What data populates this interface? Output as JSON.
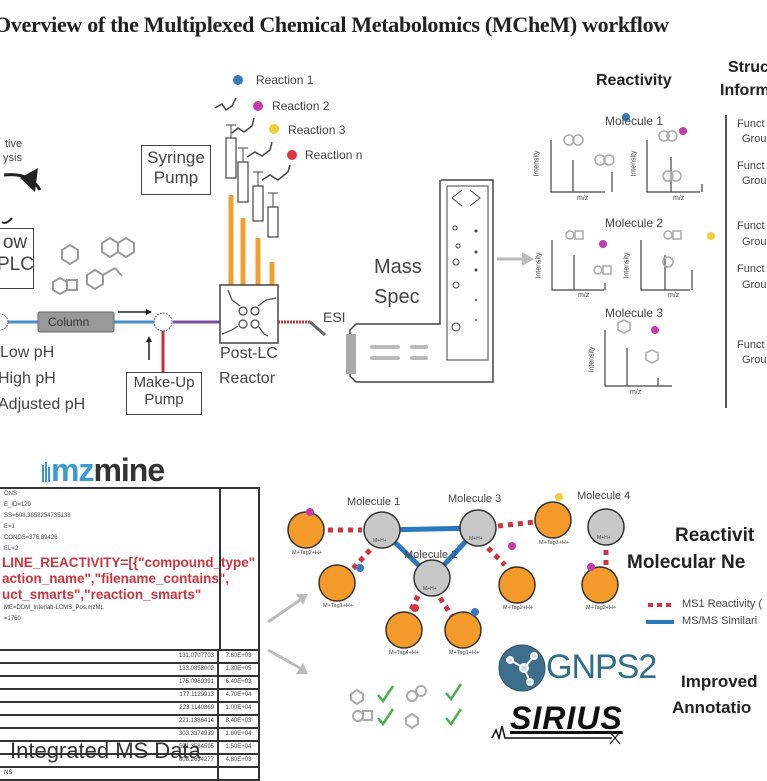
{
  "title": "Overview of the Multiplexed Chemical Metabolomics (MCheM) workflow",
  "lc_section": {
    "cycle_text": [
      "tive",
      "ysis"
    ],
    "hplc_box": [
      "ow",
      "PLC"
    ],
    "column_label": "Column",
    "ph_options": [
      "Low pH",
      "High pH",
      "Adjusted pH"
    ],
    "syringe_pump": [
      "Syringe",
      "Pump"
    ],
    "makeup_pump": [
      "Make-Up",
      "Pump"
    ],
    "reactor": [
      "Post-LC",
      "Reactor"
    ],
    "esi_label": "ESI",
    "mass_spec": [
      "Mass",
      "Spec"
    ],
    "reactions": [
      {
        "label": "Reaction 1",
        "color": "#3b78c4"
      },
      {
        "label": "Reaction 2",
        "color": "#c43bb0"
      },
      {
        "label": "Reaction 3",
        "color": "#f2cf3a"
      },
      {
        "label": "Reaction n",
        "color": "#d9343f"
      }
    ],
    "line_colors": {
      "blue": "#4a8fd0",
      "purple": "#7a4fa0",
      "red": "#c8323a",
      "orange": "#f0a030"
    }
  },
  "reactivity": {
    "heading": "Reactivity",
    "structural_heading": [
      "Struc",
      "Inform"
    ],
    "axis_y": "Intensity",
    "axis_x": "m/z",
    "molecules": [
      "Molecule 1",
      "Molecule 2",
      "Molecule 3"
    ],
    "functional_groups": [
      [
        "Funct",
        "Grou"
      ],
      [
        "Funct",
        "Grou"
      ],
      [
        "Funct",
        "Grou"
      ],
      [
        "Funct",
        "Grou"
      ],
      [
        "Funct",
        "Grou"
      ]
    ]
  },
  "mzmine": {
    "logo_prefix": "mz",
    "logo_suffix": "mine",
    "meta_lines": [
      "ONS",
      "E_ID=129",
      "SS=608.3858254735138",
      "E=1",
      "CONDS=376.89426",
      "EL=2"
    ],
    "red_lines": [
      "LINE_REACTIVITY=[{\"compound_type\"",
      "action_name\",\"filename_contains\",",
      "uct_smarts\",\"reaction_smarts\""
    ],
    "meta_after": [
      "ME=DDM_Interlab-LCMS_Pos.mzML",
      "=1760"
    ],
    "rows": [
      [
        "131.0707703",
        "7.60E+03"
      ],
      [
        "133.0858002",
        "1.30E+05"
      ],
      [
        "175.0969391",
        "6.40E+03"
      ],
      [
        "177.1129913",
        "4.70E+04"
      ],
      [
        "223.1140869",
        "1.00E+04"
      ],
      [
        "221.1386414",
        "8.40E+03"
      ],
      [
        "303.3374939",
        "1.60E+04"
      ],
      [
        "591.3584595",
        "1.50E+04"
      ],
      [
        "608.2634277",
        "4.80E+03"
      ]
    ],
    "footer_line": "NS",
    "caption": "Integrated MS Data"
  },
  "network": {
    "molecules": [
      "Molecule 1",
      "Molecule 2",
      "Molecule 3",
      "Molecule 4"
    ],
    "node_label": "M+H+",
    "tags": [
      "M+Tag2+H+",
      "M+Tag1+H+",
      "M+Tag4+H+",
      "M+Tag1+H+",
      "M+Tag2+H+",
      "M+Tag3+H+",
      "M+Tag2+H+"
    ],
    "heading": [
      "Reactivit",
      "Molecular Ne"
    ],
    "legend": [
      {
        "label": "MS1 Reactivity (",
        "style": "dotted",
        "color": "#d0343f"
      },
      {
        "label": "MS/MS Similari",
        "style": "solid",
        "color": "#2a78bd"
      }
    ],
    "node_colors": {
      "gray": "#c8c8c8",
      "orange": "#f39a2a"
    }
  },
  "annotation": {
    "gnps_text": "GNPS2",
    "sirius_text": "SIRIUS",
    "heading": [
      "Improved",
      "Annotatio"
    ]
  }
}
